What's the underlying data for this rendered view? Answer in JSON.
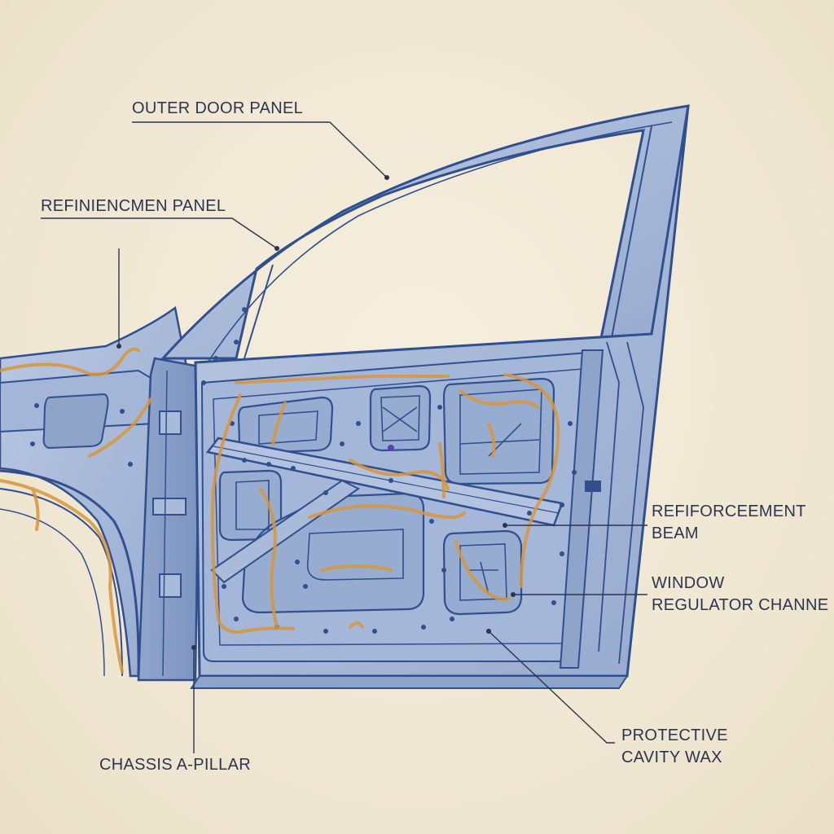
{
  "diagram": {
    "labels": {
      "outer_door_panel": "OUTER DOOR PANEL",
      "reinforcement_panel": "REFINIENCMEN PANEL",
      "reinforcement_beam_line1": "REFIFORCEEMENT",
      "reinforcement_beam_line2": "BEAM",
      "window_regulator_line1": "WINDOW",
      "window_regulator_line2": "REGULATOR CHANNE",
      "protective_wax_line1": "PROTECTIVE",
      "protective_wax_line2": "CAVITY WAX",
      "chassis_a_pillar": "CHASSIS A-PILLAR"
    },
    "colors": {
      "background": "#f2ead8",
      "panel_fill": "#a9bbd9",
      "panel_dark": "#8ea4c9",
      "outline": "#2f4f8f",
      "wax": "#d9963a",
      "leader": "#2b3550"
    }
  }
}
